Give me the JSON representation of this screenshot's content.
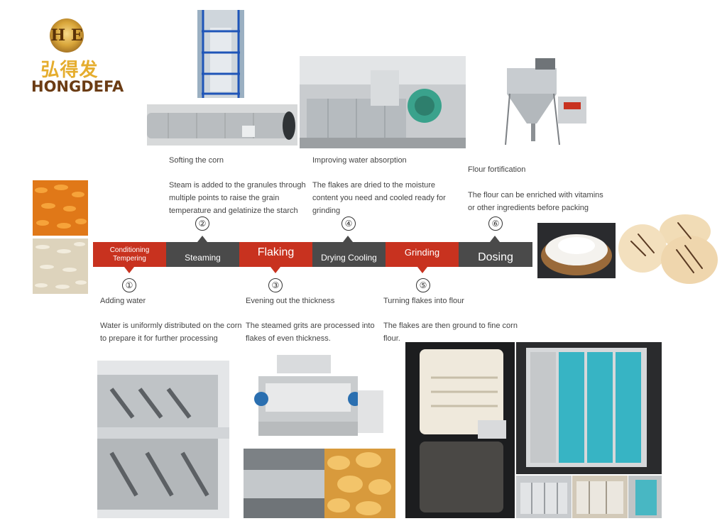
{
  "brand": {
    "mark": "H E",
    "chinese": "弘得发",
    "name": "HONGDEFA"
  },
  "stages": [
    {
      "label": "Conditioning\nTempering",
      "number": "①",
      "title": "Adding water",
      "desc": "Water is uniformly distributed on the corn to prepare it for further processing"
    },
    {
      "label": "Steaming",
      "number": "②",
      "title": "Softing the corn",
      "desc": "Steam is added to the granules through multiple points to raise the grain temperature and gelatinize the starch"
    },
    {
      "label": "Flaking",
      "number": "③",
      "title": "Evening out the thickness",
      "desc": "The steamed grits are processed into flakes of even thickness."
    },
    {
      "label": "Drying Cooling",
      "number": "④",
      "title": "Improving water absorption",
      "desc": "The flakes are dried to the moisture content you need and cooled ready for grinding"
    },
    {
      "label": "Grinding",
      "number": "⑤",
      "title": "Turning flakes into flour",
      "desc": "The flakes are then ground to fine corn flour."
    },
    {
      "label": "Dosing",
      "number": "⑥",
      "title": "Flour fortification",
      "desc": "The flour can be enriched with vitamins or other ingredients before packing"
    }
  ],
  "colors": {
    "red": "#c8321f",
    "gray": "#4a4a4a",
    "gold": "#e5ad2e",
    "brown": "#6b3c14"
  }
}
